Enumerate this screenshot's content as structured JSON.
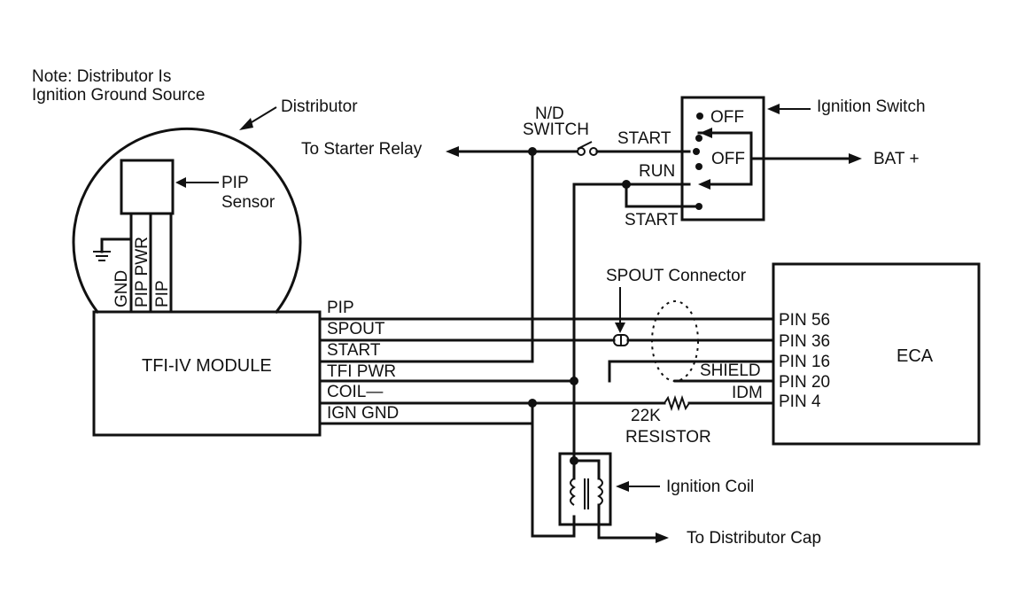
{
  "note": {
    "line1": "Note: Distributor Is",
    "line2": "Ignition Ground Source"
  },
  "callouts": {
    "distributor": "Distributor",
    "pip_sensor_line1": "PIP",
    "pip_sensor_line2": "Sensor",
    "ignition_switch": "Ignition Switch",
    "spout_connector": "SPOUT Connector",
    "ignition_coil": "Ignition Coil",
    "to_distributor_cap": "To Distributor Cap",
    "to_starter_relay": "To Starter Relay",
    "nd_switch_line1": "N/D",
    "nd_switch_line2": "SWITCH",
    "bat_plus": "BAT +",
    "resistor_line1": "22K",
    "resistor_line2": "RESISTOR"
  },
  "distributor_wires": [
    "GND",
    "PIP PWR",
    "PIP"
  ],
  "module": {
    "name": "TFI-IV MODULE",
    "terminals": [
      "PIP",
      "SPOUT",
      "START",
      "TFI PWR",
      "COIL—",
      "IGN GND"
    ]
  },
  "ignition_switch": {
    "positions": [
      "OFF",
      "OFF"
    ],
    "terminals": [
      "START",
      "RUN",
      "START"
    ]
  },
  "eca": {
    "name": "ECA",
    "pins": [
      "PIN 56",
      "PIN 36",
      "PIN 16",
      "PIN 20",
      "PIN 4"
    ],
    "wire_labels": [
      "SHIELD",
      "IDM"
    ]
  },
  "colors": {
    "line": "#111111",
    "background": "#ffffff"
  }
}
